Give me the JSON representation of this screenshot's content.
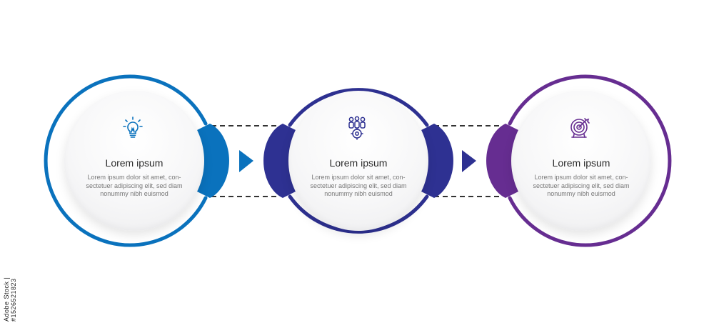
{
  "steps": [
    {
      "title": "Lorem ipsum",
      "desc_lines": [
        "Lorem ipsum dolor sit amet, con-",
        "sectetuer adipiscing elit, sed diam",
        "nonummy nibh euismod"
      ],
      "color": "#0a72bd",
      "icon": "lightbulb-icon"
    },
    {
      "title": "Lorem ipsum",
      "desc_lines": [
        "Lorem ipsum dolor sit amet, con-",
        "sectetuer adipiscing elit, sed diam",
        "nonummy nibh euismod"
      ],
      "color": "#2e3192",
      "icon": "team-gear-icon"
    },
    {
      "title": "Lorem ipsum",
      "desc_lines": [
        "Lorem ipsum dolor sit amet, con-",
        "sectetuer adipiscing elit, sed diam",
        "nonummy nibh euismod"
      ],
      "color": "#662d91",
      "icon": "target-icon"
    }
  ],
  "watermark": "Adobe Stock | #1526521823"
}
